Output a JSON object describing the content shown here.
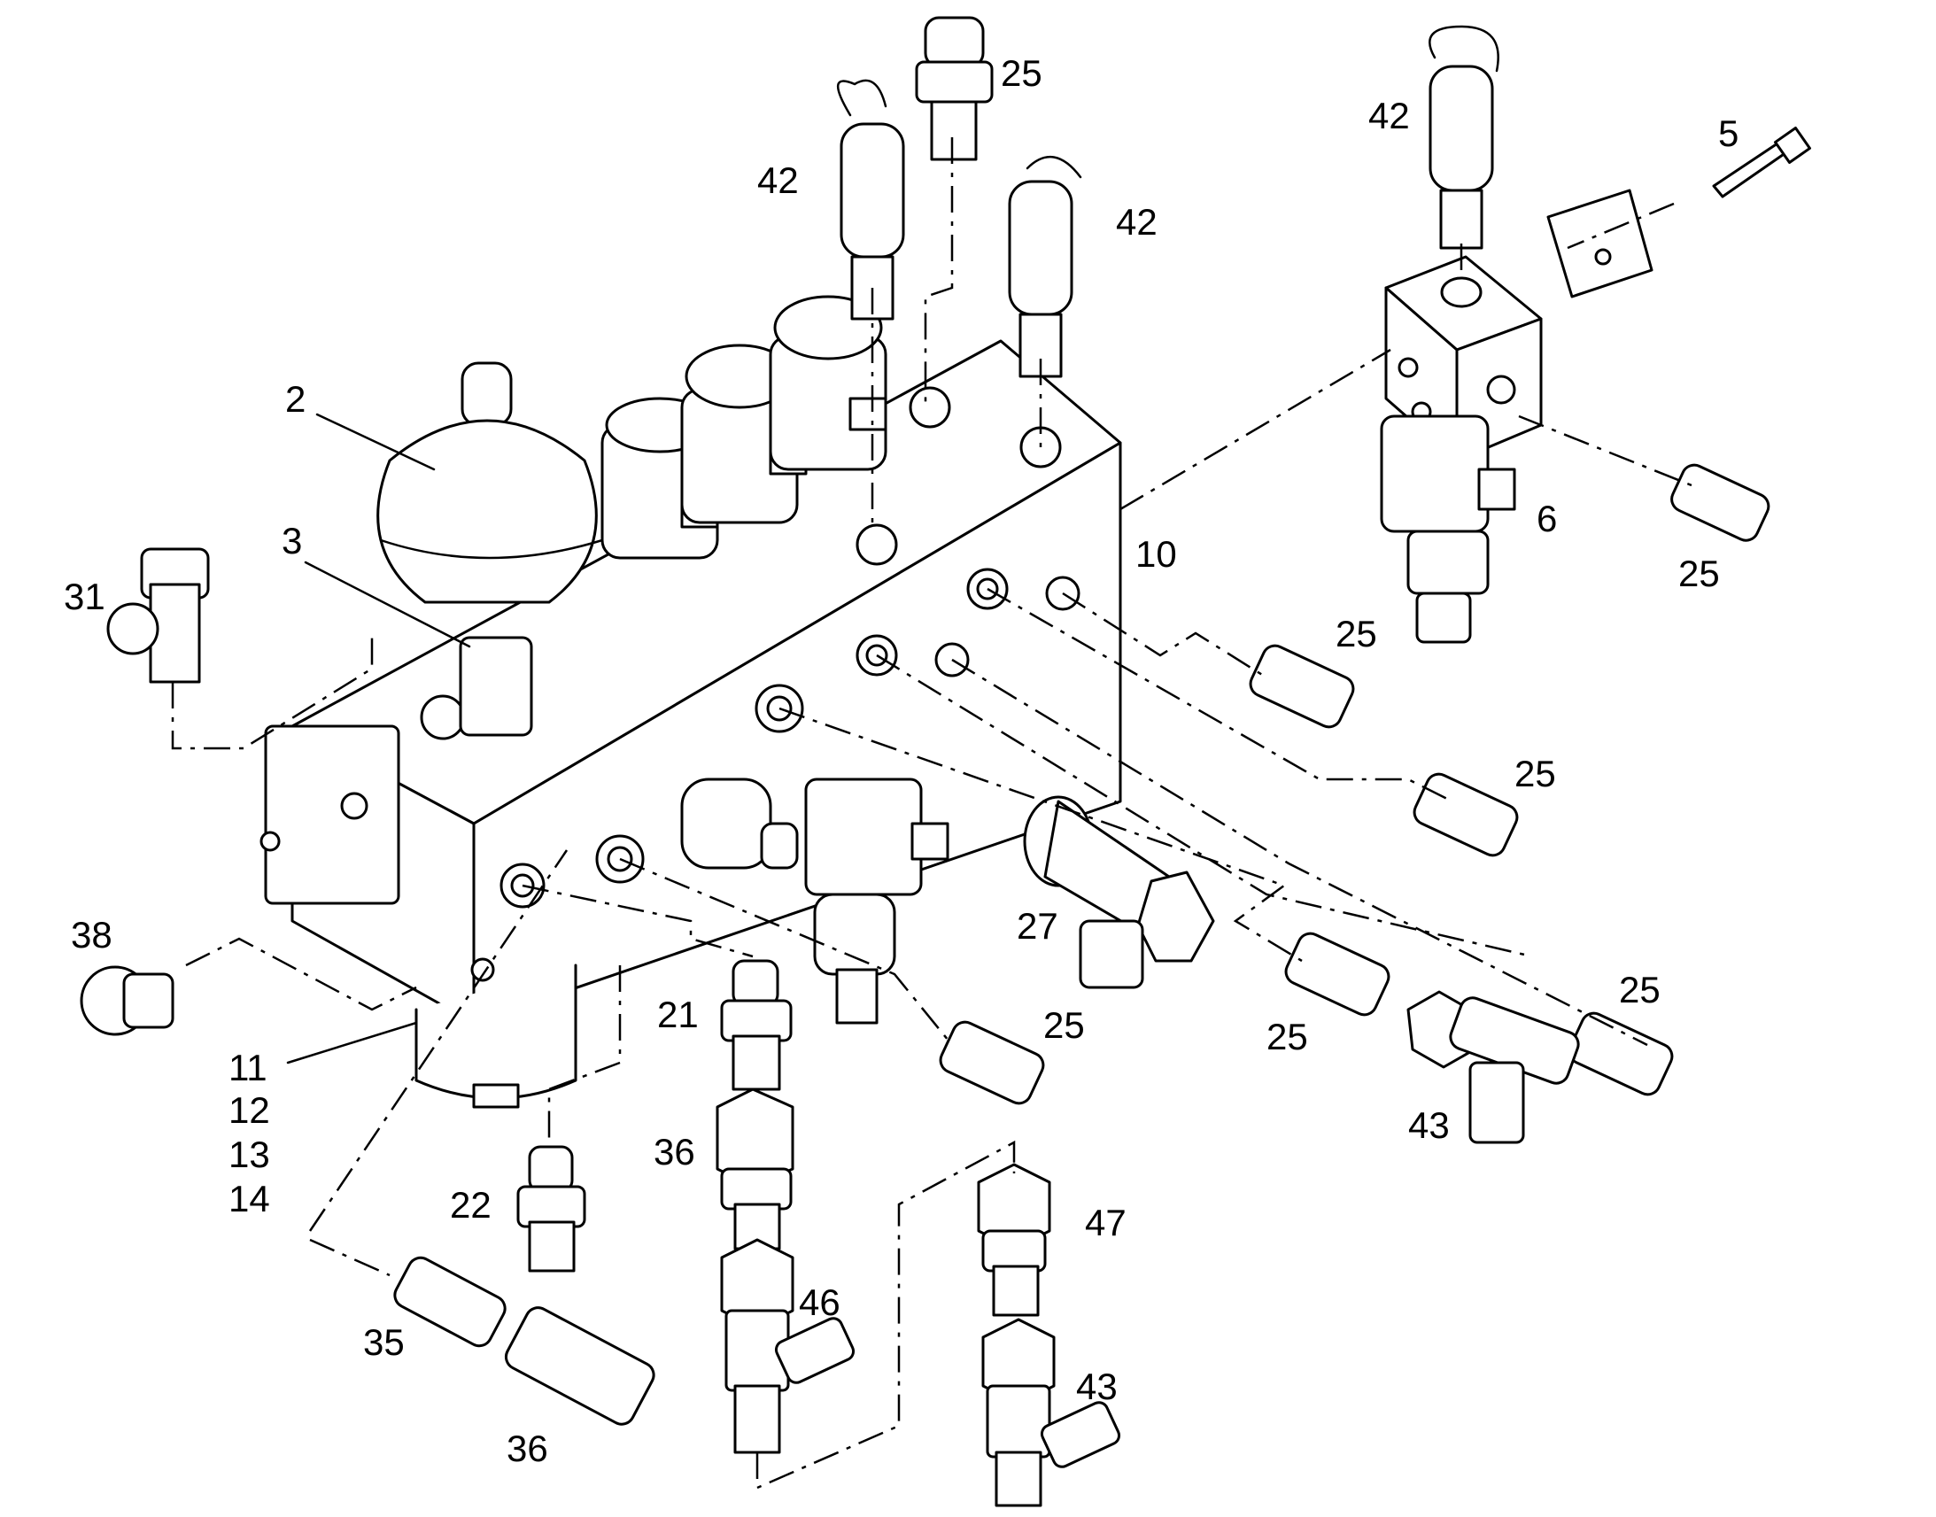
{
  "callouts": [
    {
      "text": "2"
    },
    {
      "text": "3"
    },
    {
      "text": "31"
    },
    {
      "text": "38"
    },
    {
      "text": "11"
    },
    {
      "text": "12"
    },
    {
      "text": "13"
    },
    {
      "text": "14"
    },
    {
      "text": "22"
    },
    {
      "text": "35"
    },
    {
      "text": "36"
    },
    {
      "text": "21"
    },
    {
      "text": "36"
    },
    {
      "text": "46"
    },
    {
      "text": "47"
    },
    {
      "text": "43"
    },
    {
      "text": "27"
    },
    {
      "text": "25"
    },
    {
      "text": "25"
    },
    {
      "text": "43"
    },
    {
      "text": "25"
    },
    {
      "text": "25"
    },
    {
      "text": "25"
    },
    {
      "text": "10"
    },
    {
      "text": "6"
    },
    {
      "text": "25"
    },
    {
      "text": "5"
    },
    {
      "text": "42"
    },
    {
      "text": "42"
    },
    {
      "text": "42"
    },
    {
      "text": "25"
    }
  ]
}
